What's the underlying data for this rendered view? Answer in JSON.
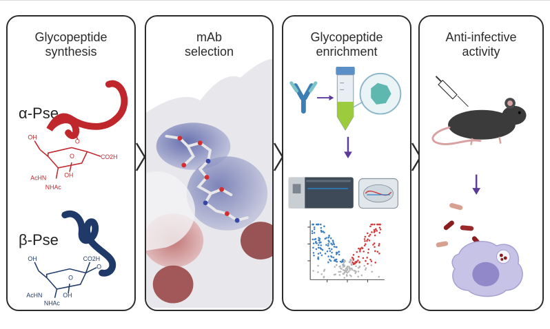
{
  "panels": [
    {
      "title_line1": "Glycopeptide",
      "title_line2": "synthesis"
    },
    {
      "title_line1": "mAb",
      "title_line2": "selection"
    },
    {
      "title_line1": "Glycopeptide",
      "title_line2": "enrichment"
    },
    {
      "title_line1": "Anti-infective",
      "title_line2": "activity"
    }
  ],
  "synthesis": {
    "alpha_label": "α-Pse",
    "beta_label": "β-Pse",
    "alpha_color": "#c0272d",
    "beta_color": "#1f3a68",
    "alpha_chem": {
      "oh1": "OH",
      "oh2": "OH",
      "acnh": "AcHN",
      "nhac": "NHAc",
      "co2h": "CO2H",
      "o_ring": "O",
      "o_link": "O"
    },
    "beta_chem": {
      "oh1": "OH",
      "oh2": "OH",
      "acnh": "AcHN",
      "nhac": "NHAc",
      "co2h": "CO2H",
      "o_ring": "O",
      "o_link": "O"
    }
  },
  "colors": {
    "border": "#2b2b2b",
    "surface_blue": "#6f79b5",
    "surface_red": "#c56a6a",
    "arrow_purple": "#5b3a9a",
    "volcano_blue": "#3d7fc4",
    "volcano_red": "#d0393a"
  }
}
